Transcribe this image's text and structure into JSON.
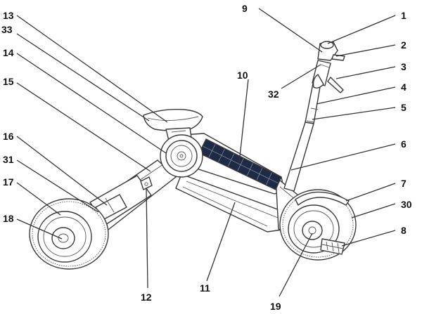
{
  "callouts": [
    {
      "id": "c1",
      "label": "1"
    },
    {
      "id": "c2",
      "label": "2"
    },
    {
      "id": "c3",
      "label": "3"
    },
    {
      "id": "c4",
      "label": "4"
    },
    {
      "id": "c5",
      "label": "5"
    },
    {
      "id": "c6",
      "label": "6"
    },
    {
      "id": "c7",
      "label": "7"
    },
    {
      "id": "c8",
      "label": "8"
    },
    {
      "id": "c9",
      "label": "9"
    },
    {
      "id": "c10",
      "label": "10"
    },
    {
      "id": "c11",
      "label": "11"
    },
    {
      "id": "c12",
      "label": "12"
    },
    {
      "id": "c13",
      "label": "13"
    },
    {
      "id": "c14",
      "label": "14"
    },
    {
      "id": "c15",
      "label": "15"
    },
    {
      "id": "c16",
      "label": "16"
    },
    {
      "id": "c17",
      "label": "17"
    },
    {
      "id": "c18",
      "label": "18"
    },
    {
      "id": "c19",
      "label": "19"
    },
    {
      "id": "c30",
      "label": "30"
    },
    {
      "id": "c31",
      "label": "31"
    },
    {
      "id": "c32",
      "label": "32"
    },
    {
      "id": "c33",
      "label": "33"
    }
  ],
  "colors": {
    "line": "#3a3a3a",
    "solar_panel": "#1f2b46",
    "solar_grid": "#8b96ad",
    "background": "#ffffff"
  }
}
